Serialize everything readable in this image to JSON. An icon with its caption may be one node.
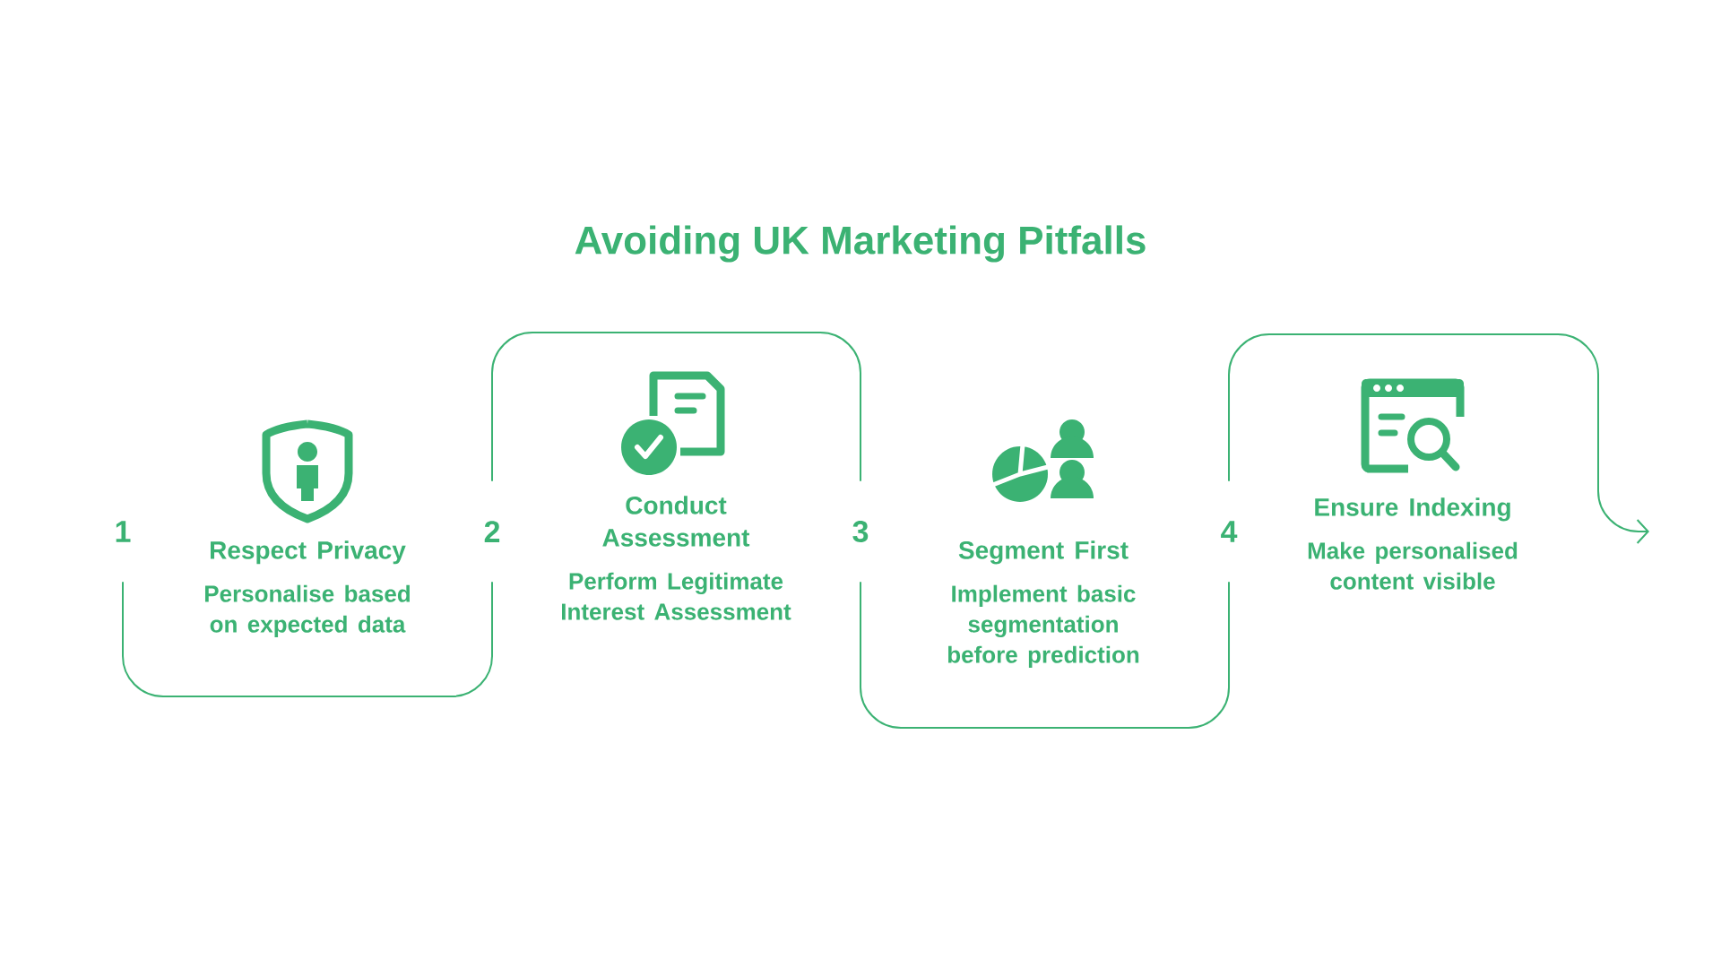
{
  "diagram": {
    "title": "Avoiding UK Marketing Pitfalls",
    "nodes": [
      {
        "text": [
          "1"
        ]
      },
      {
        "text": [
          "2"
        ]
      },
      {
        "text": [
          "3"
        ]
      },
      {
        "text": [
          "4"
        ]
      },
      {
        "text": [
          "Respect Privacy",
          "Personalise based on expected data"
        ]
      },
      {
        "text": [
          "Conduct Assessment",
          "Perform Legitimate Interest Assessment"
        ]
      },
      {
        "text": [
          "Segment First",
          "Implement basic segmentation before prediction"
        ]
      },
      {
        "text": [
          "Ensure Indexing",
          "Make personalised content visible"
        ]
      }
    ],
    "edges": [
      {
        "from": 0,
        "to": 1,
        "arrow": "none"
      },
      {
        "from": 1,
        "to": 2,
        "arrow": "none"
      },
      {
        "from": 2,
        "to": 3,
        "arrow": "none"
      },
      {
        "from": 3,
        "to": null,
        "arrow": "to"
      }
    ]
  }
}
